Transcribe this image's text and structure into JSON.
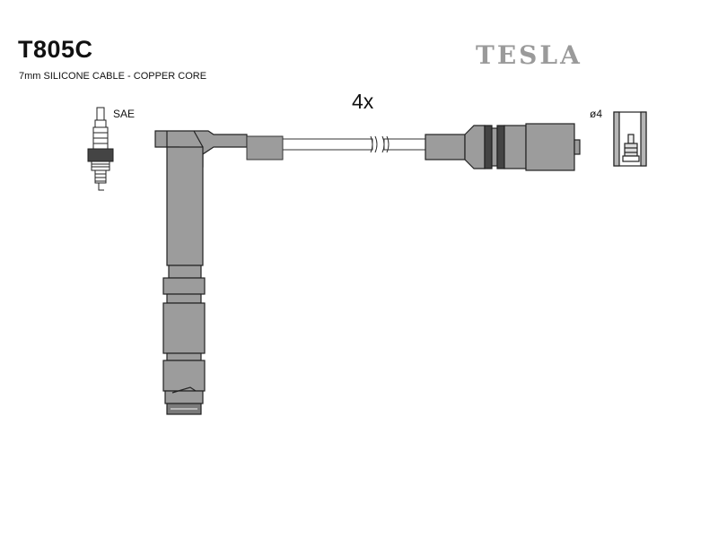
{
  "header": {
    "part_code": "T805C",
    "cable_description": "7mm SILICONE CABLE - COPPER CORE",
    "brand": "TESLA"
  },
  "diagram": {
    "quantity_label": "4x",
    "plug_standard_label": "SAE",
    "terminal_diameter_label": "ø4"
  }
}
